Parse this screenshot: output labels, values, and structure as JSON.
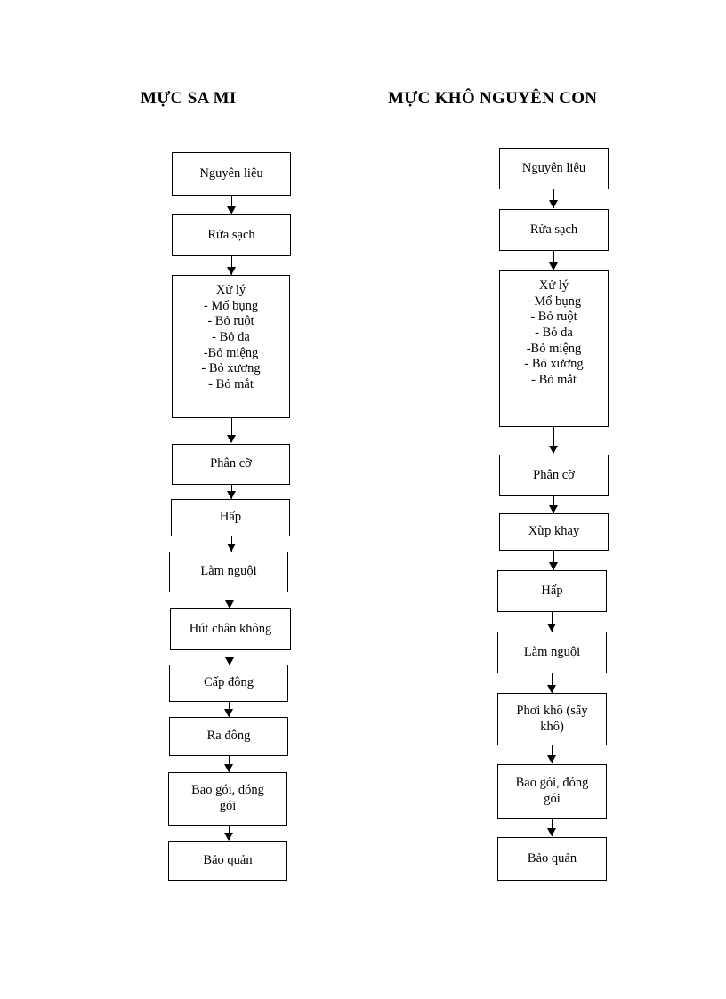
{
  "document": {
    "type": "process-flow-diagram",
    "background_color": "#ffffff",
    "text_color": "#000000",
    "border_color": "#000000"
  },
  "columns": [
    {
      "id": "muc-sa-mi",
      "title": "MỰC SA MI",
      "nodes": [
        {
          "label": "Nguyên liệu"
        },
        {
          "label": "Rửa sạch"
        },
        {
          "label": "Xử lý\n- Mổ bụng\n- Bỏ ruột\n- Bỏ da\n-Bỏ miệng\n- Bỏ xương\n- Bỏ mắt"
        },
        {
          "label": "Phân cỡ"
        },
        {
          "label": "Hấp"
        },
        {
          "label": "Làm nguội"
        },
        {
          "label": "Hút chân không"
        },
        {
          "label": "Cấp đông"
        },
        {
          "label": "Ra đông"
        },
        {
          "label": "Bao gói, đóng\ngói"
        },
        {
          "label": "Bảo quản"
        }
      ]
    },
    {
      "id": "muc-kho-nguyen-con",
      "title": "MỰC KHÔ NGUYÊN CON",
      "nodes": [
        {
          "label": "Nguyên liệu"
        },
        {
          "label": "Rửa sạch"
        },
        {
          "label": "Xử lý\n- Mổ bụng\n- Bỏ ruột\n- Bỏ da\n-Bỏ miệng\n- Bỏ xương\n- Bỏ mắt"
        },
        {
          "label": "Phân cỡ"
        },
        {
          "label": "Xừp khay"
        },
        {
          "label": "Hấp"
        },
        {
          "label": "Làm nguội"
        },
        {
          "label": "Phơi khô (sấy\nkhô)"
        },
        {
          "label": "Bao gói, đóng\ngói"
        },
        {
          "label": "Bảo quản"
        }
      ]
    }
  ]
}
